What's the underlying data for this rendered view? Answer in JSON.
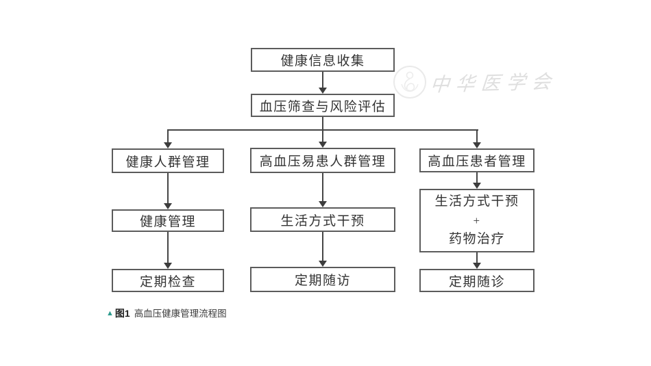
{
  "watermark": {
    "seal_icon": "medical-association-seal",
    "text": "中华医学会"
  },
  "flowchart": {
    "collect": "健康信息收集",
    "screen": "血压筛查与风险评估",
    "branches": {
      "healthy": {
        "group": "健康人群管理",
        "intervention": "健康管理",
        "followup": "定期检查"
      },
      "prone": {
        "group": "高血压易患人群管理",
        "intervention": "生活方式干预",
        "followup": "定期随访"
      },
      "patient": {
        "group": "高血压患者管理",
        "intervention_line1": "生活方式干预",
        "intervention_plus": "+",
        "intervention_line2": "药物治疗",
        "followup": "定期随诊"
      }
    }
  },
  "caption": {
    "marker": "▲",
    "figure_label": "图1",
    "title": "高血压健康管理流程图"
  },
  "colors": {
    "box_border": "#5b5b5b",
    "line": "#454545",
    "text": "#333333",
    "caption_marker": "#2e9c8e",
    "watermark": "#dfdfdf"
  }
}
